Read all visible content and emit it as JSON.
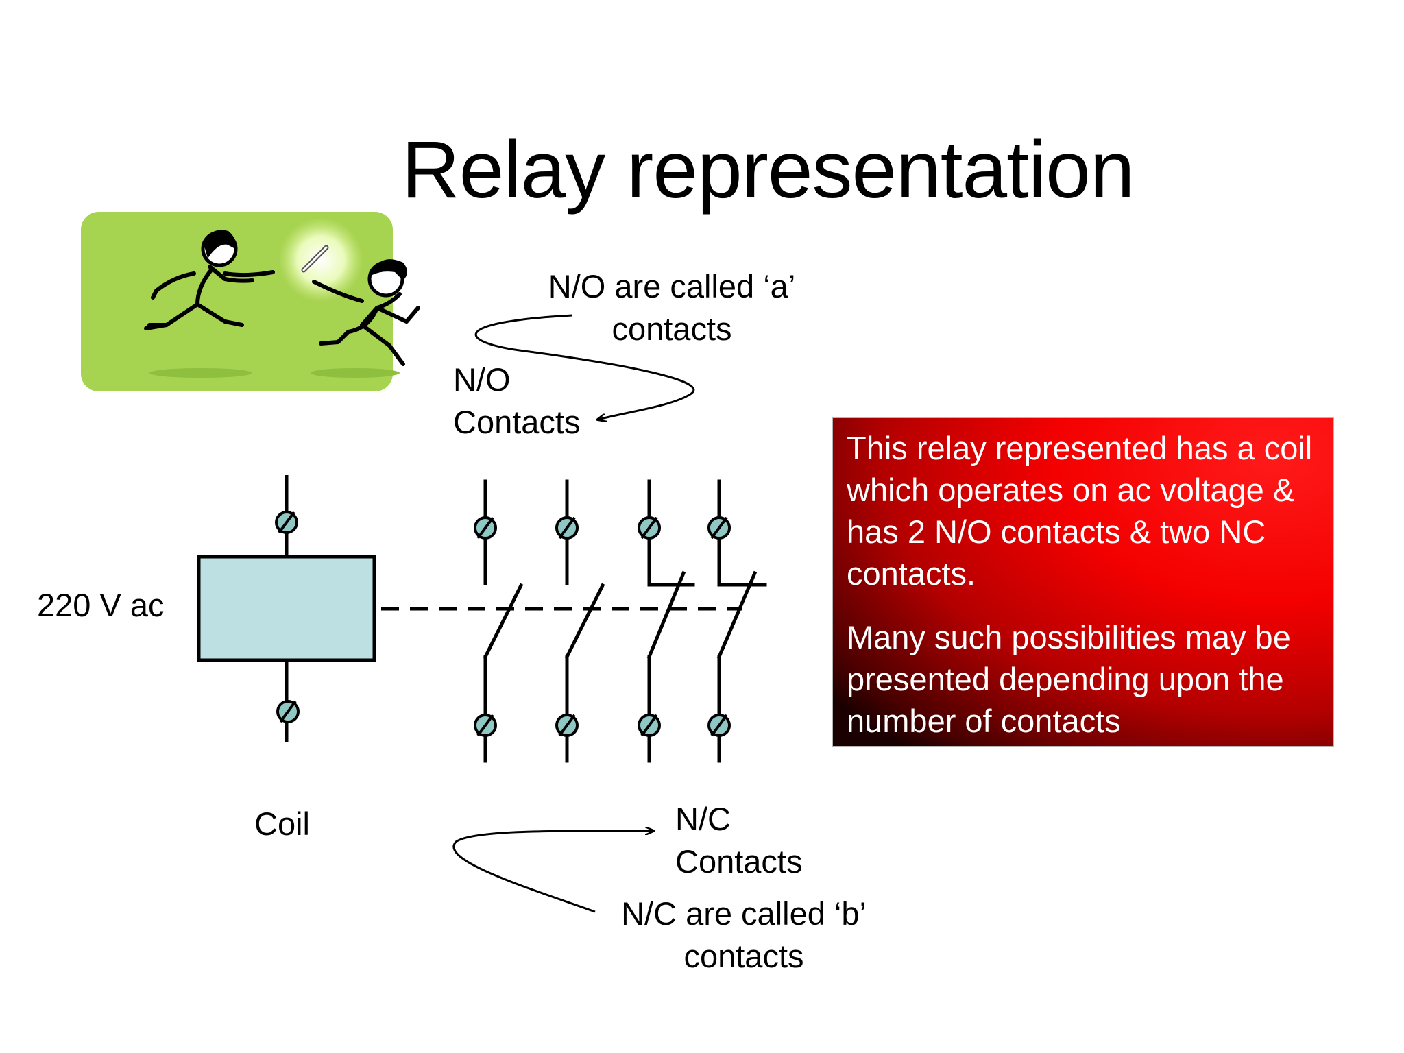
{
  "slide": {
    "title": "Relay representation",
    "clipart": {
      "name": "relay-runners-illustration",
      "background": "#a6d350"
    }
  },
  "labels": {
    "no_called": [
      "N/O are called ‘a’",
      "contacts"
    ],
    "no_contacts": [
      "N/O",
      "Contacts"
    ],
    "voltage": "220 V ac",
    "coil": "Coil",
    "nc_contacts": [
      "N/C",
      "Contacts"
    ],
    "nc_called": [
      "N/C are called ‘b’",
      "contacts"
    ]
  },
  "note": {
    "paragraphs": [
      "This relay represented has a coil which operates on ac voltage & has 2 N/O contacts & two NC contacts.",
      "Many such possibilities may be presented depending upon the number of contacts"
    ],
    "colors": {
      "bright": "#ff1a1a",
      "dark": "#1a0000",
      "text": "#ffffff"
    }
  },
  "diagram": {
    "coil_fill": "#bde0e2",
    "terminal_fill": "#8fc7c4",
    "contacts": [
      {
        "type": "N/O"
      },
      {
        "type": "N/O"
      },
      {
        "type": "N/C"
      },
      {
        "type": "N/C"
      }
    ]
  }
}
